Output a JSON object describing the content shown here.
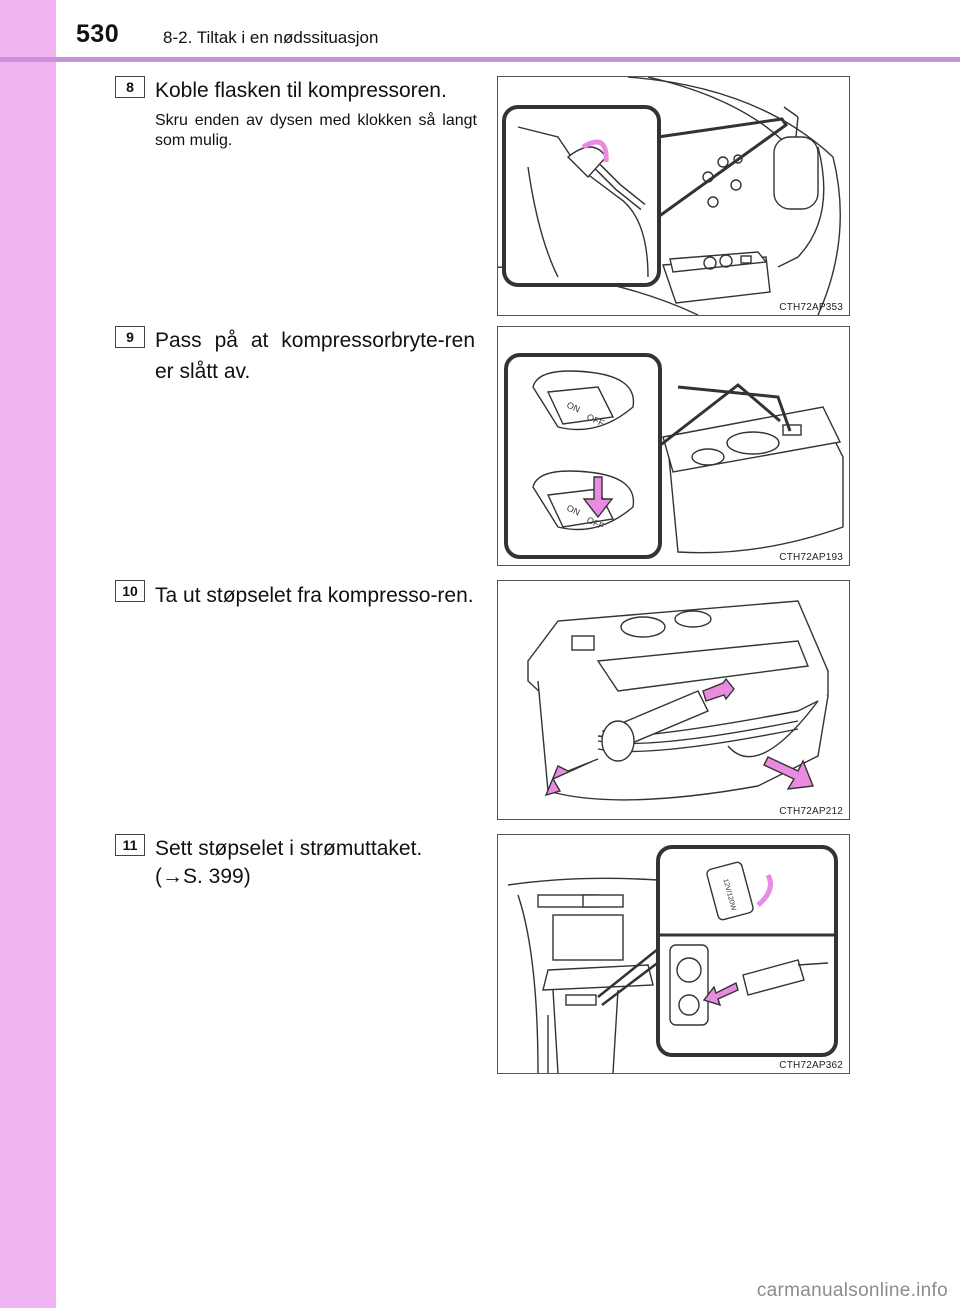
{
  "header": {
    "page_number": "530",
    "section": "8-2. Tiltak i en nødssituasjon"
  },
  "steps": [
    {
      "number": "8",
      "title": "Koble flasken til kompressoren.",
      "subtitle": "Skru enden av dysen med klokken så langt som mulig.",
      "figure_code": "CTH72AP353"
    },
    {
      "number": "9",
      "title": "Pass på at kompressorbryte-ren er slått av.",
      "figure_code": "CTH72AP193",
      "switch_labels": [
        "ON",
        "OFF"
      ]
    },
    {
      "number": "10",
      "title": "Ta ut støpselet fra kompresso-ren.",
      "figure_code": "CTH72AP212"
    },
    {
      "number": "11",
      "title": "Sett støpselet i strømuttaket.",
      "reference": "(→S. 399)",
      "figure_code": "CTH72AP362",
      "socket_label": "12V/120W"
    }
  ],
  "colors": {
    "sidebar": "#f0b4f2",
    "header_line": "#c893d8",
    "arrow": "#e98be0"
  },
  "watermark": "carmanualsonline.info"
}
